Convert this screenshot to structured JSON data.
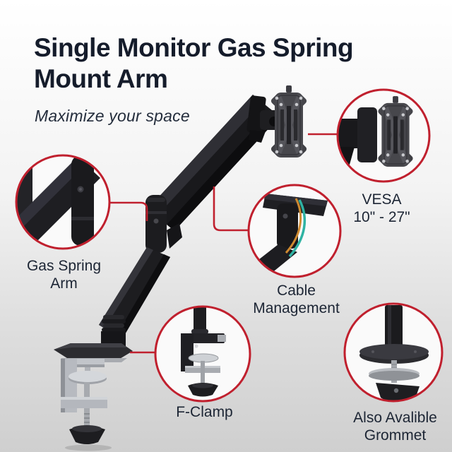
{
  "header": {
    "title_line1": "Single Monitor Gas Spring",
    "title_line2": "Mount Arm",
    "subtitle": "Maximize your space"
  },
  "callouts": {
    "gas_spring_arm": {
      "line1": "Gas Spring",
      "line2": "Arm"
    },
    "vesa": {
      "line1": "VESA",
      "line2": "10\" - 27\""
    },
    "cable_management": {
      "line1": "Cable",
      "line2": "Management"
    },
    "f_clamp": {
      "line1": "F-Clamp"
    },
    "grommet": {
      "line1": "Also Avalible",
      "line2": "Grommet"
    }
  },
  "colors": {
    "accent_red": "#c0202e",
    "title_text": "#151c2b",
    "label_text": "#1c2534",
    "cable_teal": "#2fb3a3",
    "cable_orange": "#cf8a30",
    "background_top": "#ffffff",
    "background_bottom": "#cfcfcf"
  },
  "illustrations": {
    "main": "single-monitor-gas-spring-arm",
    "details": [
      "gas-spring-joint-closeup",
      "vesa-plate-closeup",
      "cable-management-closeup",
      "f-clamp-closeup",
      "grommet-mount-closeup"
    ]
  }
}
